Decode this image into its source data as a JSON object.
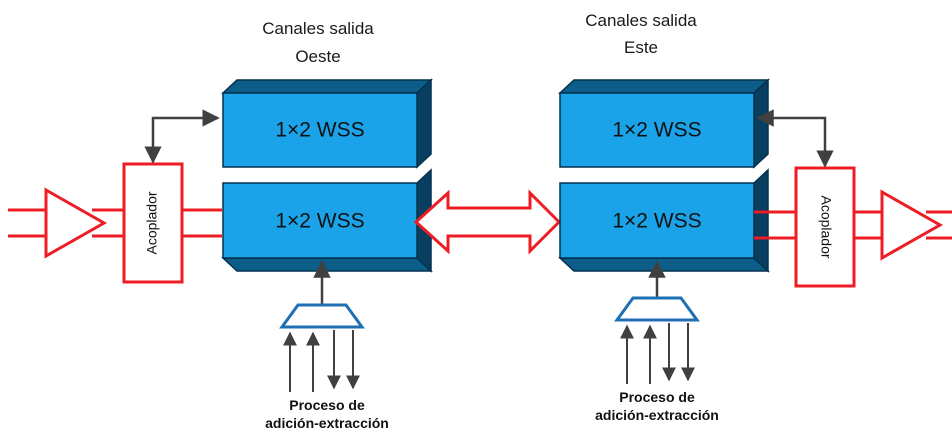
{
  "west": {
    "title_line1": "Canales salida",
    "title_line2": "Oeste",
    "wss_top": "1×2 WSS",
    "wss_bottom": "1×2 WSS",
    "coupler": "Acoplador",
    "process_line1": "Proceso de",
    "process_line2": "adición-extracción"
  },
  "east": {
    "title_line1": "Canales salida",
    "title_line2": "Este",
    "wss_top": "1×2 WSS",
    "wss_bottom": "1×2 WSS",
    "coupler": "Acoplador",
    "process_line1": "Proceso de",
    "process_line2": "adición-extracción"
  },
  "colors": {
    "wss_front": "#1aa3e8",
    "wss_top": "#0c5d8a",
    "wss_side": "#083f61",
    "fiber_red": "#ee1c24",
    "mux_blue": "#1f6fb5",
    "arrow_dark": "#404040"
  }
}
